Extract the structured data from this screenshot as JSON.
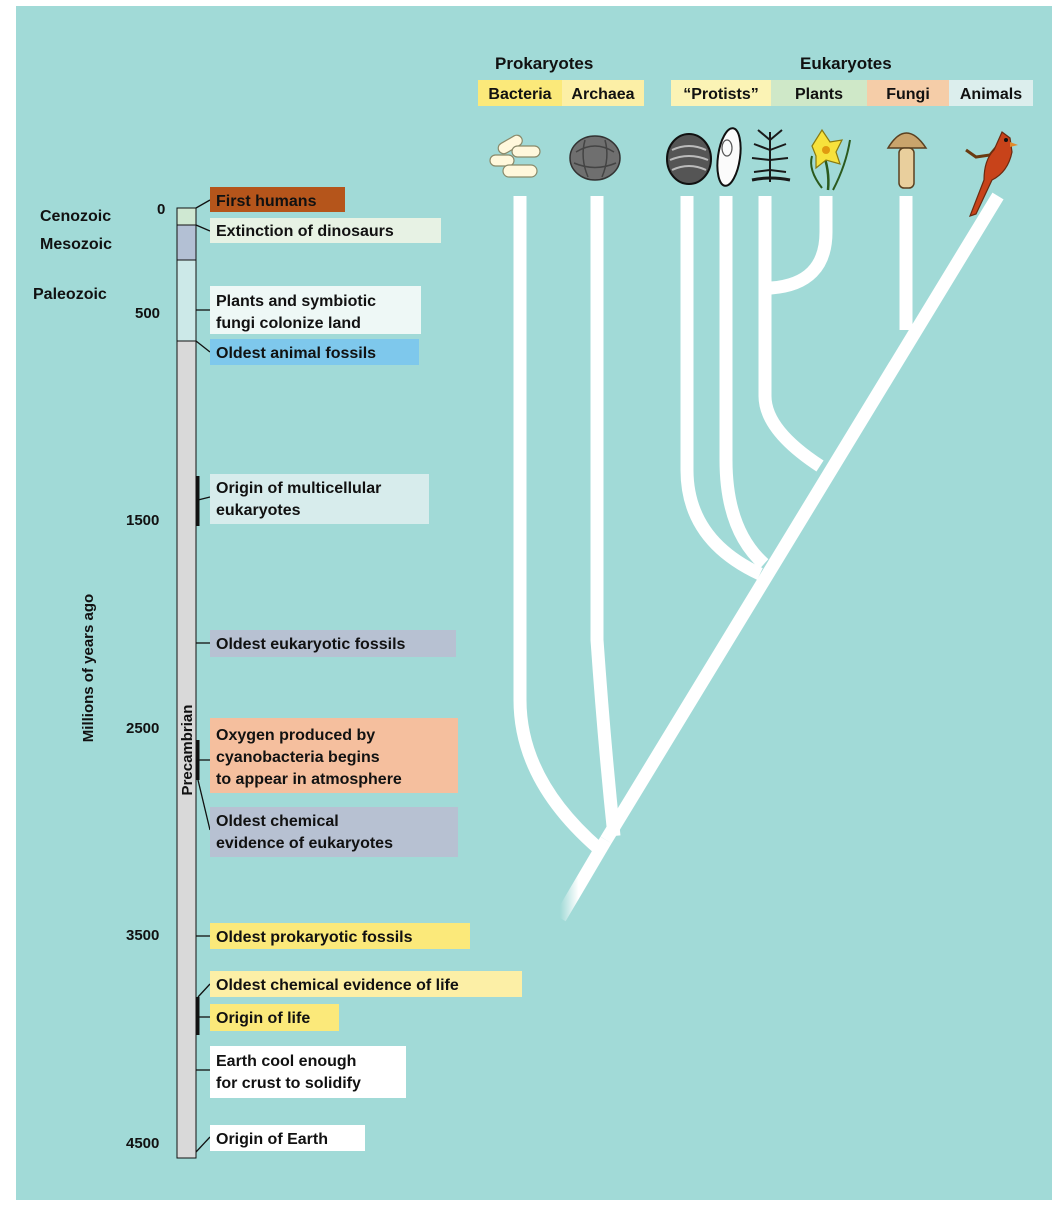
{
  "axis_label": "Millions of years ago",
  "eras": [
    {
      "label": "Cenozoic",
      "color": "#cfe8d2"
    },
    {
      "label": "Mesozoic",
      "color": "#b3c0d4"
    },
    {
      "label": "Paleozoic",
      "color": "#cce9e8"
    },
    {
      "label": "Precambrian",
      "color": "#d9d9d9"
    }
  ],
  "ticks": [
    "0",
    "500",
    "1500",
    "2500",
    "3500",
    "4500"
  ],
  "events": [
    {
      "lines": [
        "First humans"
      ],
      "color": "#b5551b"
    },
    {
      "lines": [
        "Extinction of dinosaurs"
      ],
      "color": "#e7f2e4"
    },
    {
      "lines": [
        "Plants and symbiotic",
        "fungi colonize land"
      ],
      "color": "#eef8f6"
    },
    {
      "lines": [
        "Oldest animal fossils"
      ],
      "color": "#7ec8ec"
    },
    {
      "lines": [
        "Origin of multicellular",
        "eukaryotes"
      ],
      "color": "#d7ecec"
    },
    {
      "lines": [
        "Oldest eukaryotic fossils"
      ],
      "color": "#b7c1d2"
    },
    {
      "lines": [
        "Oxygen produced by",
        "cyanobacteria begins",
        "to appear in atmosphere"
      ],
      "color": "#f5bf9e"
    },
    {
      "lines": [
        "Oldest chemical",
        "evidence of eukaryotes"
      ],
      "color": "#b7c1d2"
    },
    {
      "lines": [
        "Oldest prokaryotic fossils"
      ],
      "color": "#fbe97a"
    },
    {
      "lines": [
        "Oldest chemical evidence of life"
      ],
      "color": "#fcefa6"
    },
    {
      "lines": [
        "Origin of life"
      ],
      "color": "#fbe97a"
    },
    {
      "lines": [
        "Earth cool enough",
        "for crust to solidify"
      ],
      "color": "#ffffff"
    },
    {
      "lines": [
        "Origin of Earth"
      ],
      "color": "#ffffff"
    }
  ],
  "domains": [
    {
      "label": "Prokaryotes"
    },
    {
      "label": "Eukaryotes"
    }
  ],
  "groups": [
    {
      "label": "Bacteria",
      "color": "#fbe97a"
    },
    {
      "label": "Archaea",
      "color": "#fcefa6"
    },
    {
      "label": "“Protists”",
      "color": "#fbf3b5"
    },
    {
      "label": "Plants",
      "color": "#cfe8c8"
    },
    {
      "label": "Fungi",
      "color": "#f5cda8"
    },
    {
      "label": "Animals",
      "color": "#dceeed"
    }
  ],
  "icons": [
    "bacteria-icon",
    "archaea-icon",
    "protist-icon",
    "protist-cell-icon",
    "plant-icon",
    "flower-icon",
    "mushroom-icon",
    "bird-icon"
  ]
}
